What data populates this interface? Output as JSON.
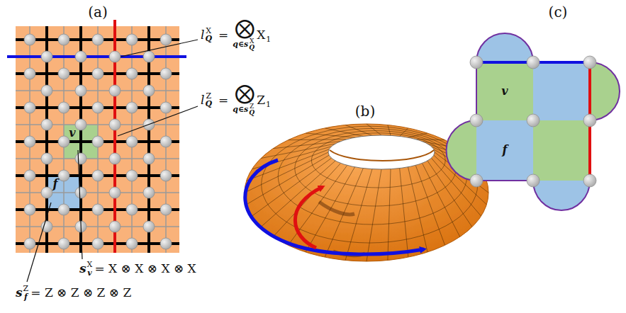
{
  "diagram": {
    "nodes": [
      {
        "text": [
          "v"
        ]
      },
      {
        "text": [
          "f"
        ]
      },
      {
        "text": [
          "v"
        ]
      },
      {
        "text": [
          "f"
        ]
      }
    ],
    "labels": [
      "(a)",
      "l",
      "X",
      "Q",
      "=",
      "⨂",
      "q∈s",
      "X",
      "Q",
      "X",
      "1",
      "l",
      "Z",
      "Q",
      "=",
      "⨂",
      "q∈s",
      "Z",
      "Q",
      "Z",
      "1",
      "(b)",
      "(c)",
      "s",
      "X",
      "v",
      "= X ⊗ X ⊗ X ⊗ X",
      "s",
      "Z",
      "f",
      "= Z ⊗ Z ⊗ Z ⊗ Z"
    ]
  }
}
